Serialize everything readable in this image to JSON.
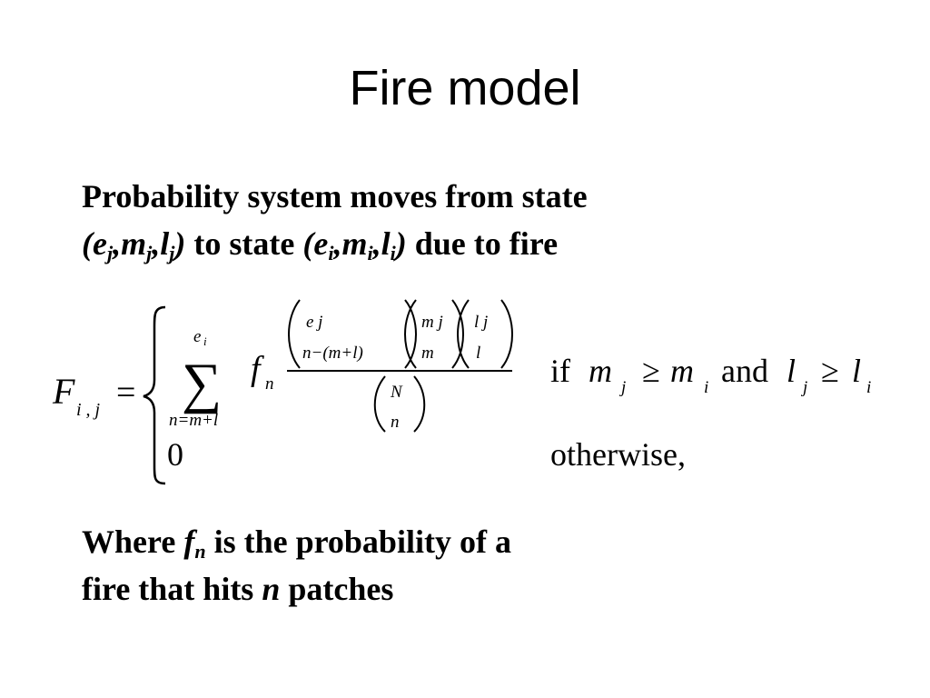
{
  "slide": {
    "title": "Fire model",
    "intro": {
      "line1": "Probability system moves from state",
      "line2": {
        "open1": "(",
        "e": "e",
        "sub_j1": "j",
        "comma1": ",",
        "m": "m",
        "sub_j2": "j",
        "comma2": ",",
        "l": "l",
        "sub_j3": "j",
        "close1": ")",
        "to_state": " to state ",
        "open2": "(",
        "e2": "e",
        "sub_i1": "i",
        "comma3": ",",
        "m2": "m",
        "sub_i2": "i",
        "comma4": ",",
        "l2": "l",
        "sub_i3": "i",
        "close2": ")",
        "due": " due to fire"
      }
    },
    "formula": {
      "lhs_F": "F",
      "lhs_sub": "i , j",
      "equals": "=",
      "sum_symbol": "∑",
      "sum_upper": "e",
      "sum_upper_sub": "i",
      "sum_lower": "n=m+l",
      "f": "f",
      "f_sub": "n",
      "binom1_top": "e j",
      "binom1_bottom": "n−(m+l)",
      "binom2_top": "m j",
      "binom2_bottom": "m",
      "binom3_top": "l j",
      "binom3_bottom": "l",
      "denom_top": "N",
      "denom_bottom": "n",
      "cond_if": "if",
      "cond_m": "m",
      "cond_j1": "j",
      "cond_ge1": "≥",
      "cond_mi": "m",
      "cond_i1": "i",
      "cond_and": "and",
      "cond_l": "l",
      "cond_j2": "j",
      "cond_ge2": "≥",
      "cond_li": "l",
      "cond_i2": "i",
      "zero": "0",
      "otherwise": "otherwise,"
    },
    "note": {
      "where": "Where ",
      "f": "f",
      "f_sub": "n",
      "rest1": " is the probability of a",
      "line2_a": "fire that hits ",
      "n": "n",
      "line2_b": " patches"
    }
  }
}
